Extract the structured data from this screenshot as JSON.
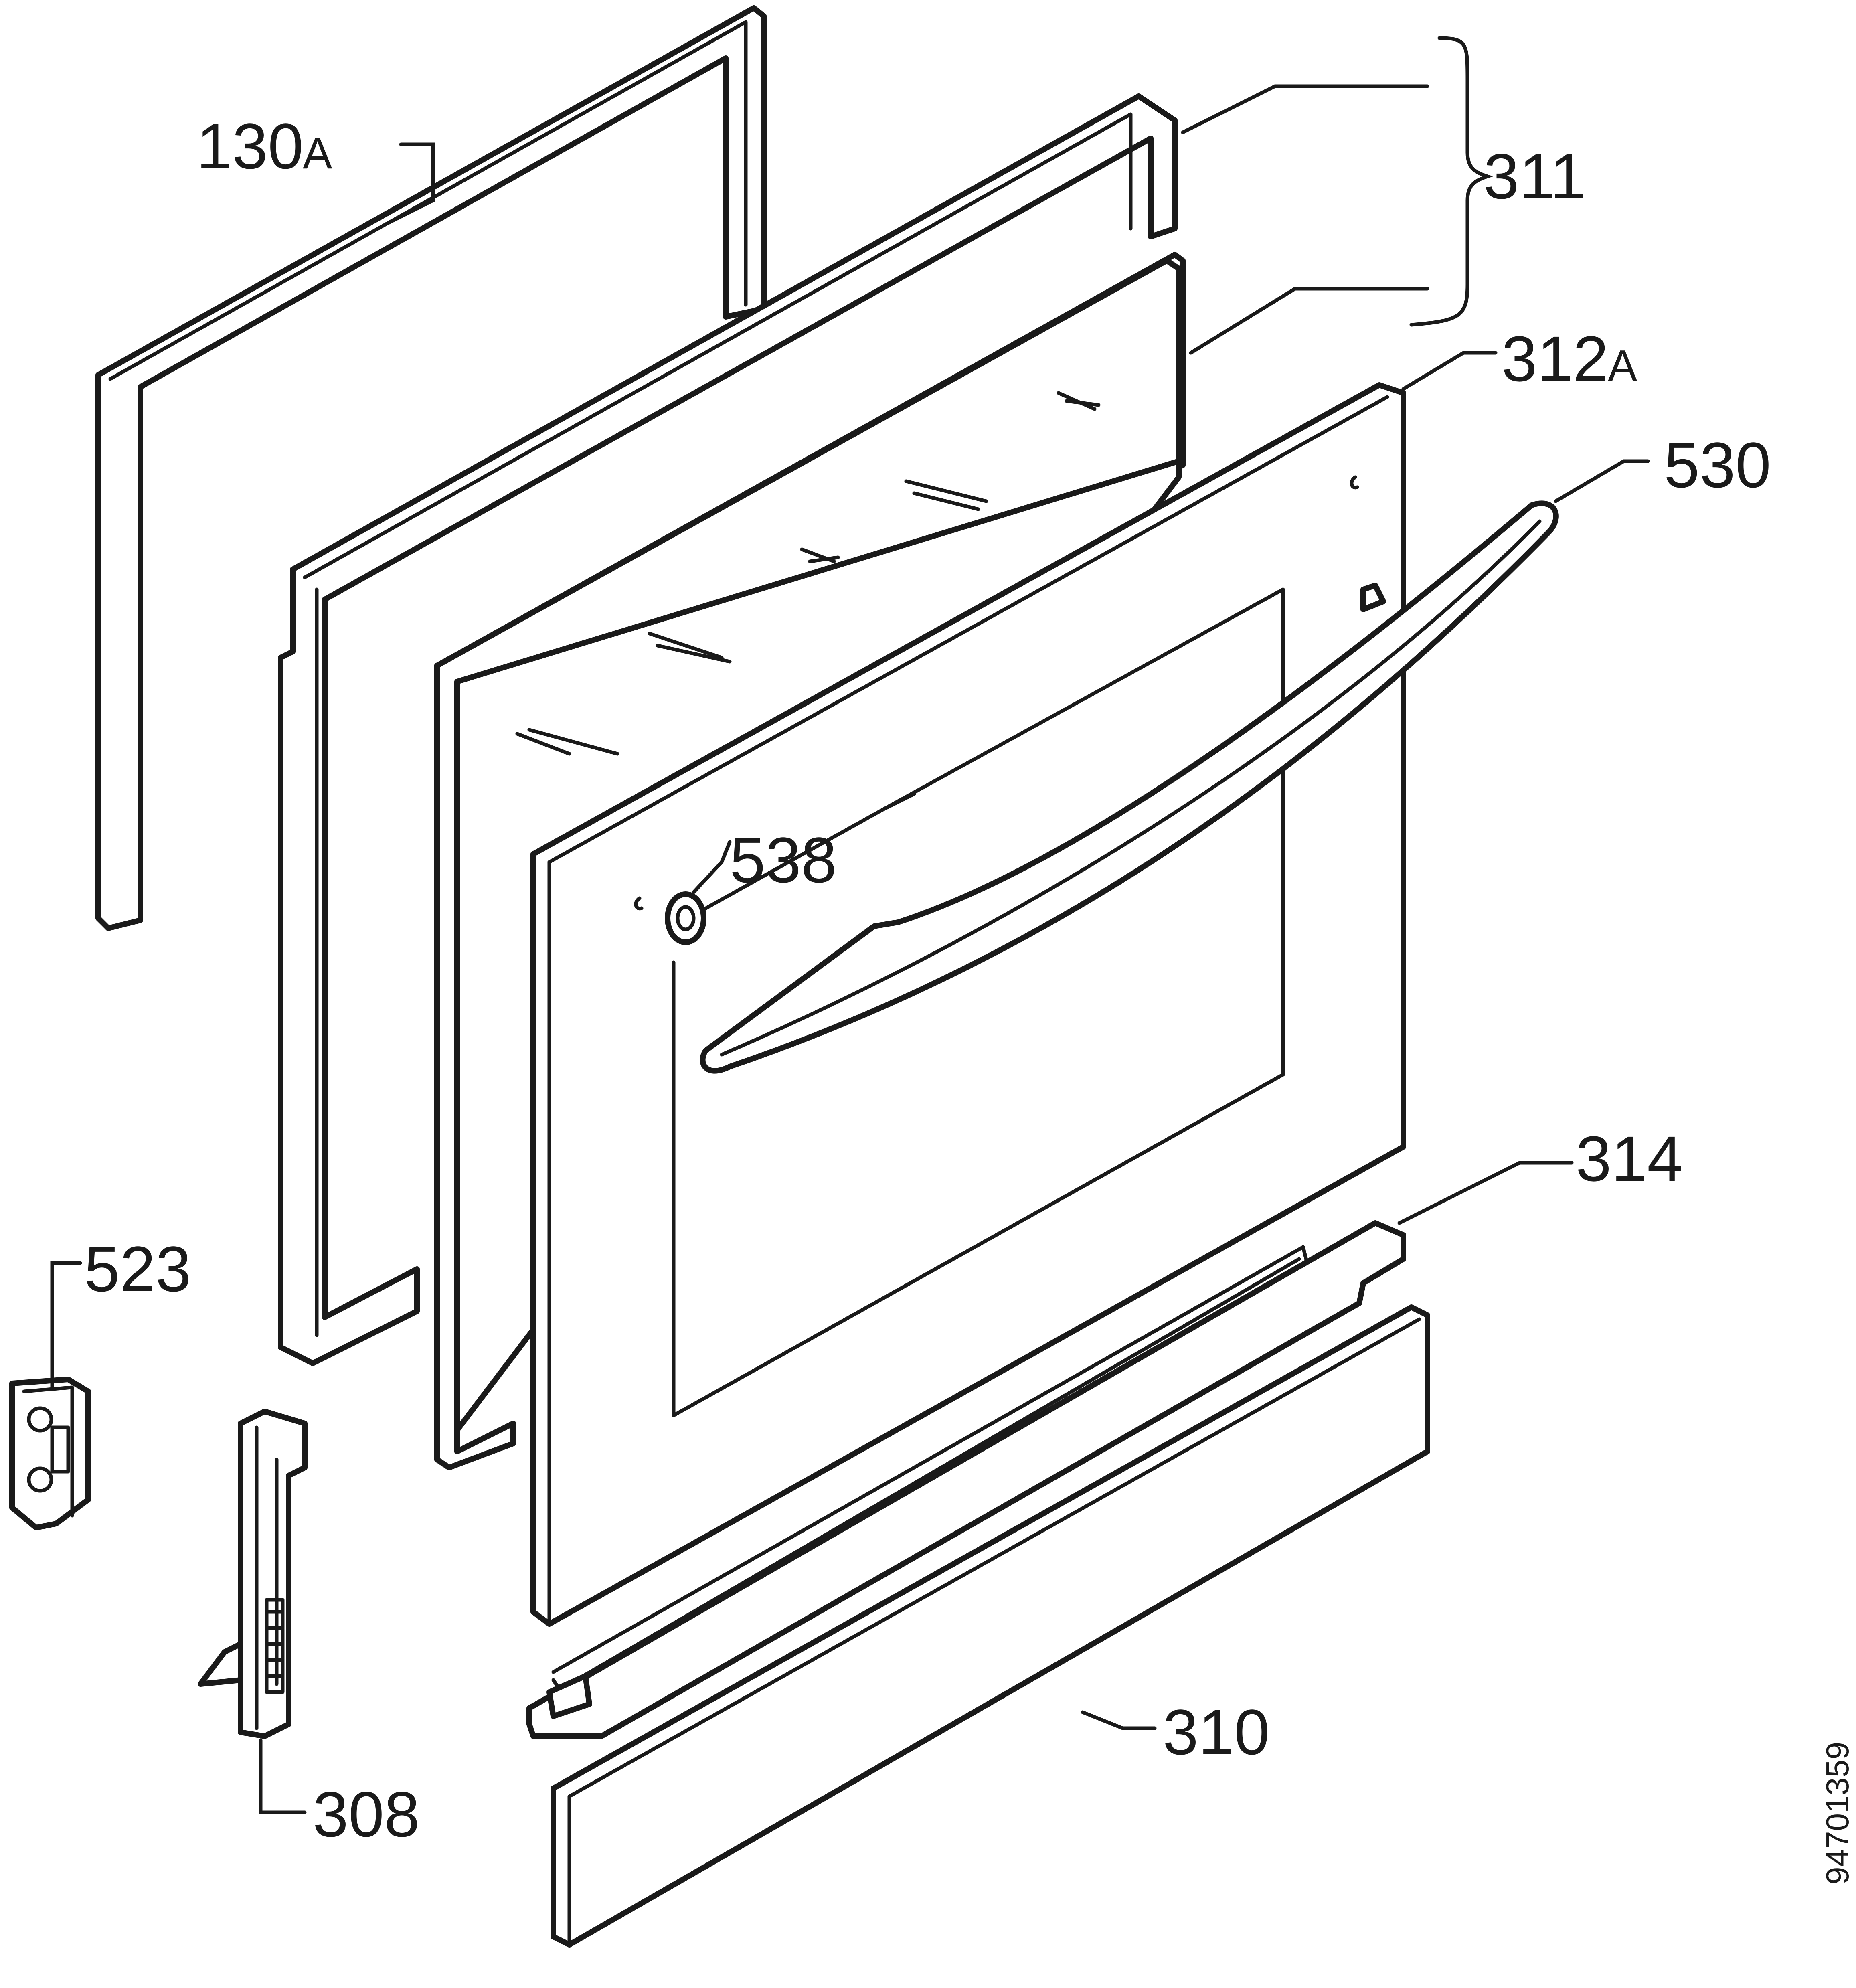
{
  "labels": {
    "gasket": "130",
    "gasket_suffix": "A",
    "glass_set": "311",
    "outer_panel": "312",
    "outer_panel_suffix": "A",
    "handle": "530",
    "spacer": "538",
    "trim_profile": "314",
    "hinge_bracket": "523",
    "hinge": "308",
    "bottom_cover": "310"
  },
  "drawing_code": "94701359"
}
